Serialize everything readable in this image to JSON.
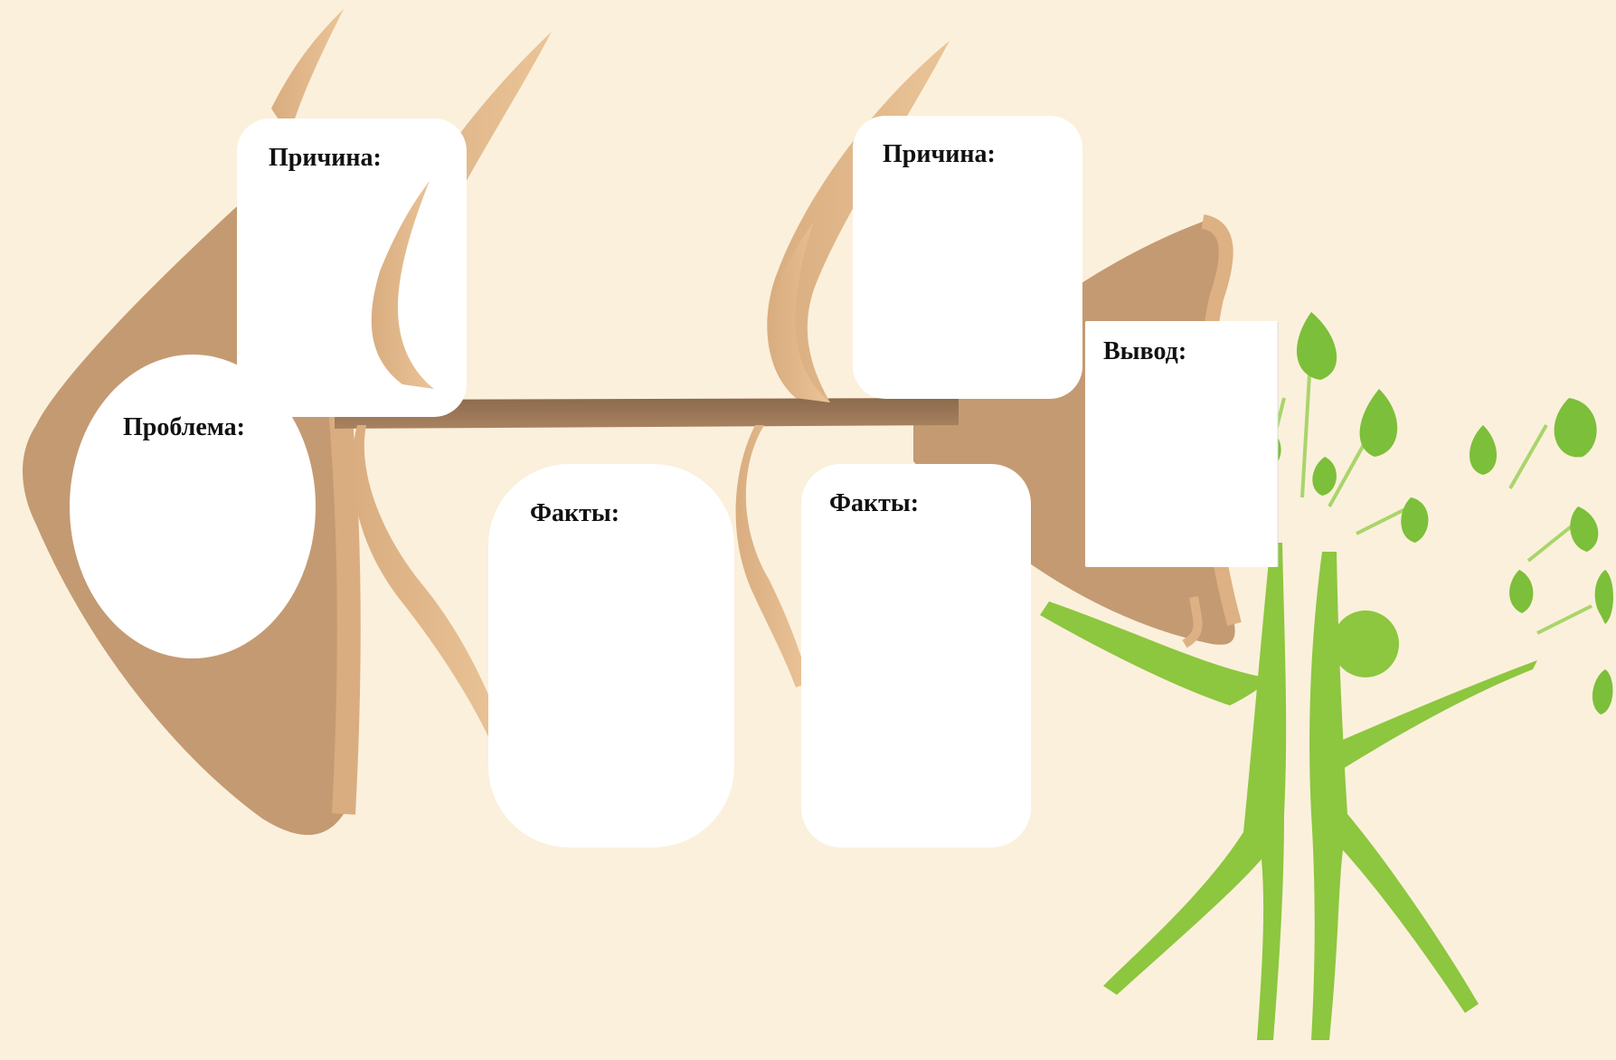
{
  "labels": {
    "problem": "Проблема:",
    "cause_1": "Причина:",
    "cause_2": "Причина:",
    "facts_1": "Факты:",
    "facts_2": "Факты:",
    "conclusion": "Вывод:"
  },
  "colors": {
    "background": "#fbf0dc",
    "fish_body": "#c49a72",
    "fish_bone": "#ddb183",
    "spine": "#9a7656",
    "card": "#ffffff",
    "tree": "#8dc63f"
  }
}
